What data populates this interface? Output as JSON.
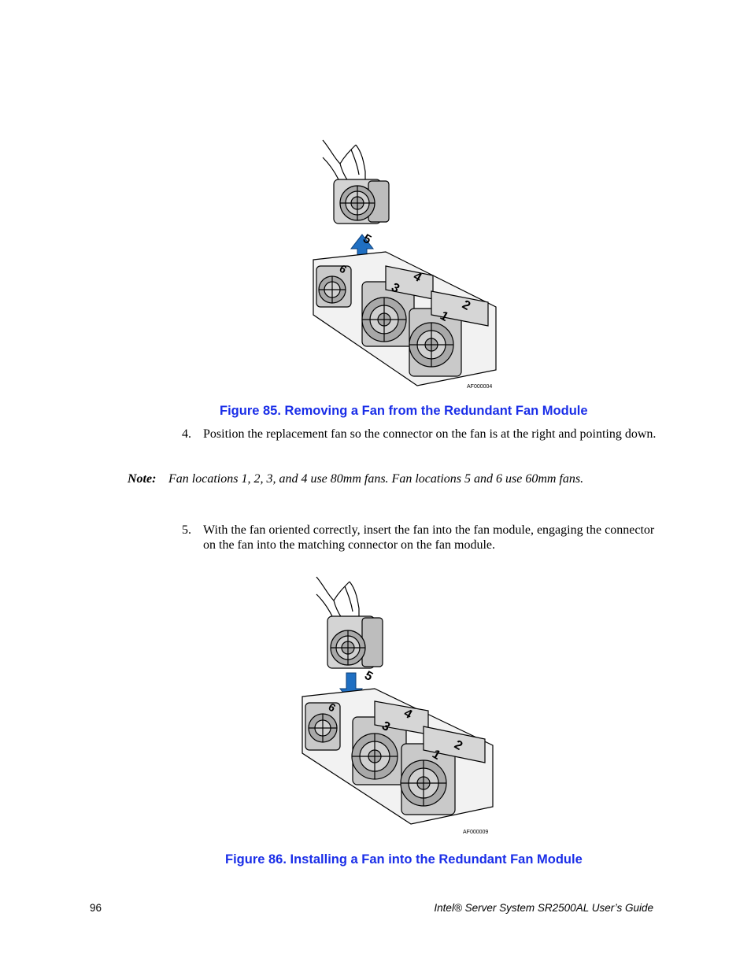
{
  "figures": [
    {
      "id_label": "AF000004",
      "caption": "Figure 85. Removing a Fan from the Redundant Fan Module",
      "arrow_direction": "up",
      "fan_numbers": [
        "1",
        "2",
        "3",
        "4",
        "5",
        "6"
      ]
    },
    {
      "id_label": "AF000009",
      "caption": "Figure 86. Installing a Fan into the Redundant Fan Module",
      "arrow_direction": "down",
      "fan_numbers": [
        "1",
        "2",
        "3",
        "4",
        "5",
        "6"
      ]
    }
  ],
  "steps": [
    {
      "number": "4.",
      "text": "Position the replacement fan so the connector on the fan is at the right and pointing down."
    },
    {
      "number": "5.",
      "text": "With the fan oriented correctly, insert the fan into the fan module, engaging the connector on the fan into the matching connector on the fan module."
    }
  ],
  "note": {
    "label": "Note:",
    "text": "Fan locations 1, 2, 3, and 4 use 80mm fans. Fan locations 5 and 6 use 60mm fans."
  },
  "footer": {
    "page_number": "96",
    "title": "Intel® Server System SR2500AL User’s Guide"
  },
  "colors": {
    "caption": "#1a2ee8",
    "arrow": "#1f6fc2",
    "fan_gray": "#bdbdbd"
  }
}
